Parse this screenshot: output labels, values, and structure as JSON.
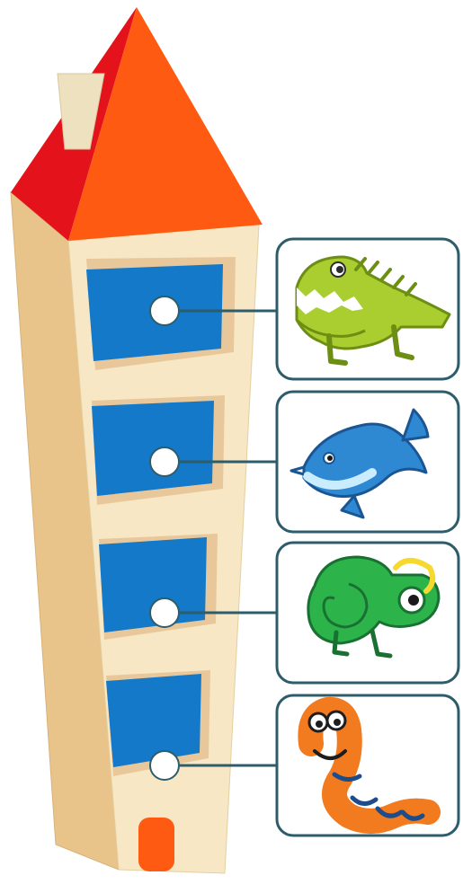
{
  "colors": {
    "roof_front": "#ff5a12",
    "roof_side": "#e4131b",
    "wall_front": "#f7e7c4",
    "wall_side": "#e8c48b",
    "window_frame": "#e8c89b",
    "window": "#1479c9",
    "door": "#ff5a12",
    "chimney": "#ede1bf",
    "connector": "#2d5c6a",
    "card_border": "#2d5c6a",
    "dot_fill": "#ffffff"
  },
  "floors": [
    {
      "dot_icon": "circle-marker",
      "animal": "crocodile",
      "icon": "crocodile-icon"
    },
    {
      "dot_icon": "circle-marker",
      "animal": "dolphin",
      "icon": "dolphin-icon"
    },
    {
      "dot_icon": "circle-marker",
      "animal": "chameleon",
      "icon": "chameleon-icon"
    },
    {
      "dot_icon": "circle-marker",
      "animal": "worm",
      "icon": "worm-icon"
    }
  ]
}
